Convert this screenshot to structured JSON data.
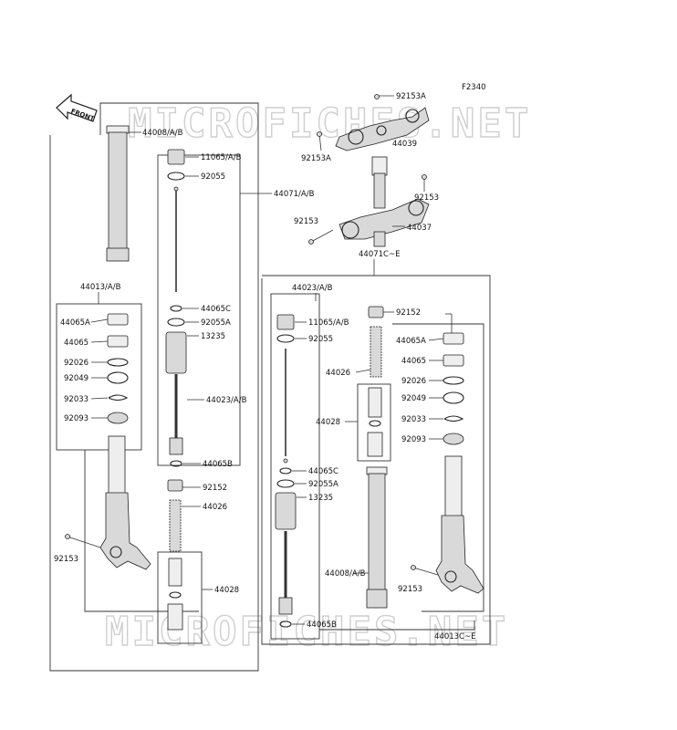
{
  "figure_code": "F2340",
  "front_label": "FRONT",
  "watermark": "MICROFICHES.NET",
  "labels": {
    "l44008_top": "44008/A/B",
    "l11065_l": "11065/A/B",
    "l92055_l": "92055",
    "l44071": "44071/A/B",
    "l44013": "44013/A/B",
    "l44065A_l": "44065A",
    "l44065_l": "44065",
    "l92026_l": "92026",
    "l92049_l": "92049",
    "l92033_l": "92033",
    "l92093_l": "92093",
    "l44065C_l": "44065C",
    "l92055A_l": "92055A",
    "l13235_l": "13235",
    "l44023_l": "44023/A/B",
    "l44065B_l": "44065B",
    "l92152_l": "92152",
    "l44026_l": "44026",
    "l92153_ll": "92153",
    "l44028_l": "44028",
    "l92153_t1": "92153A",
    "l92153_t2": "92153A",
    "l44039": "44039",
    "l92153_c1": "92153",
    "l92153_c2": "92153",
    "l44037": "44037",
    "l44071C": "44071C~E",
    "l44023_r": "44023/A/B",
    "l92152_r": "92152",
    "l11065_r": "11065/A/B",
    "l92055_r": "92055",
    "l44026_r": "44026",
    "l44028_r": "44028",
    "l44065C_r": "44065C",
    "l92055A_r": "92055A",
    "l13235_r": "13235",
    "l44008_r": "44008/A/B",
    "l44065B_r": "44065B",
    "l44065A_r": "44065A",
    "l44065_r": "44065",
    "l92026_r": "92026",
    "l92049_r": "92049",
    "l92033_r": "92033",
    "l92093_r": "92093",
    "l92153_rr": "92153",
    "l44013C": "44013C~E"
  }
}
